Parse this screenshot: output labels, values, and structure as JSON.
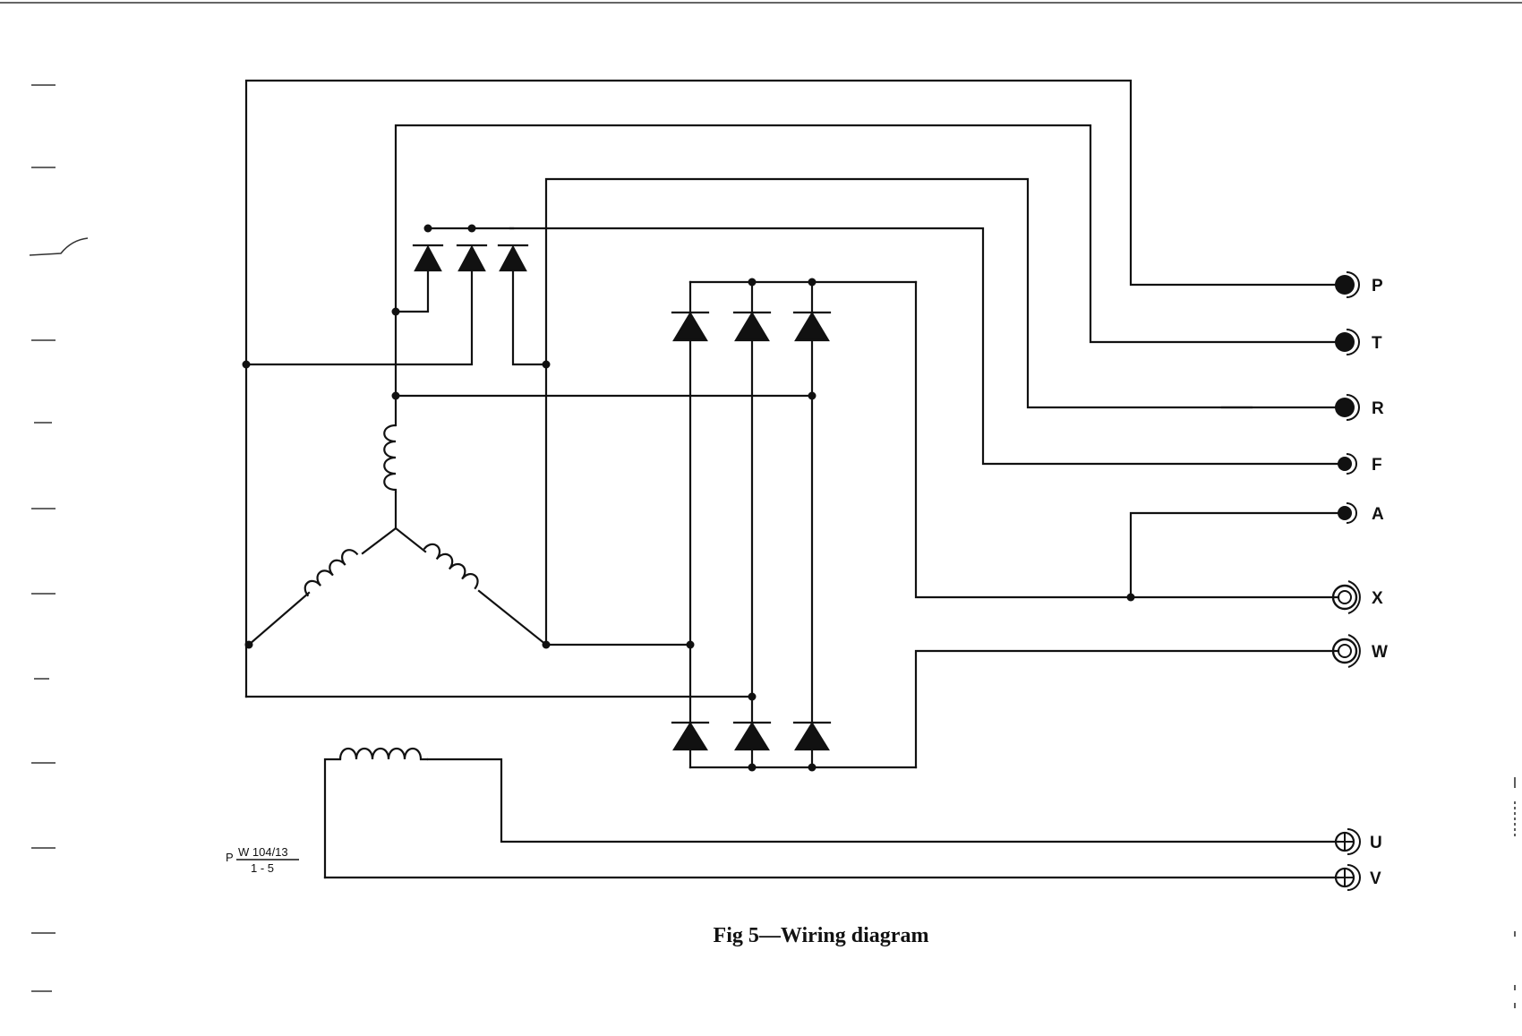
{
  "diagram": {
    "caption": "Fig 5—Wiring diagram",
    "reference": {
      "prefix": "P",
      "numerator": "W 104/13",
      "denominator": "1 - 5"
    },
    "terminals": [
      {
        "id": "P",
        "label": "P",
        "style": "solid-ring"
      },
      {
        "id": "T",
        "label": "T",
        "style": "solid-ring"
      },
      {
        "id": "R",
        "label": "R",
        "style": "solid-ring"
      },
      {
        "id": "F",
        "label": "F",
        "style": "solid-small"
      },
      {
        "id": "A",
        "label": "A",
        "style": "solid-small"
      },
      {
        "id": "X",
        "label": "X",
        "style": "double-ring"
      },
      {
        "id": "W",
        "label": "W",
        "style": "double-ring"
      },
      {
        "id": "U",
        "label": "U",
        "style": "crossed-circle"
      },
      {
        "id": "V",
        "label": "V",
        "style": "crossed-circle"
      }
    ],
    "components": {
      "stator_windings": "three-phase-star-coils",
      "field_winding": "field-coil",
      "field_diodes": 3,
      "main_diodes_upper": 3,
      "main_diodes_lower": 3
    }
  }
}
